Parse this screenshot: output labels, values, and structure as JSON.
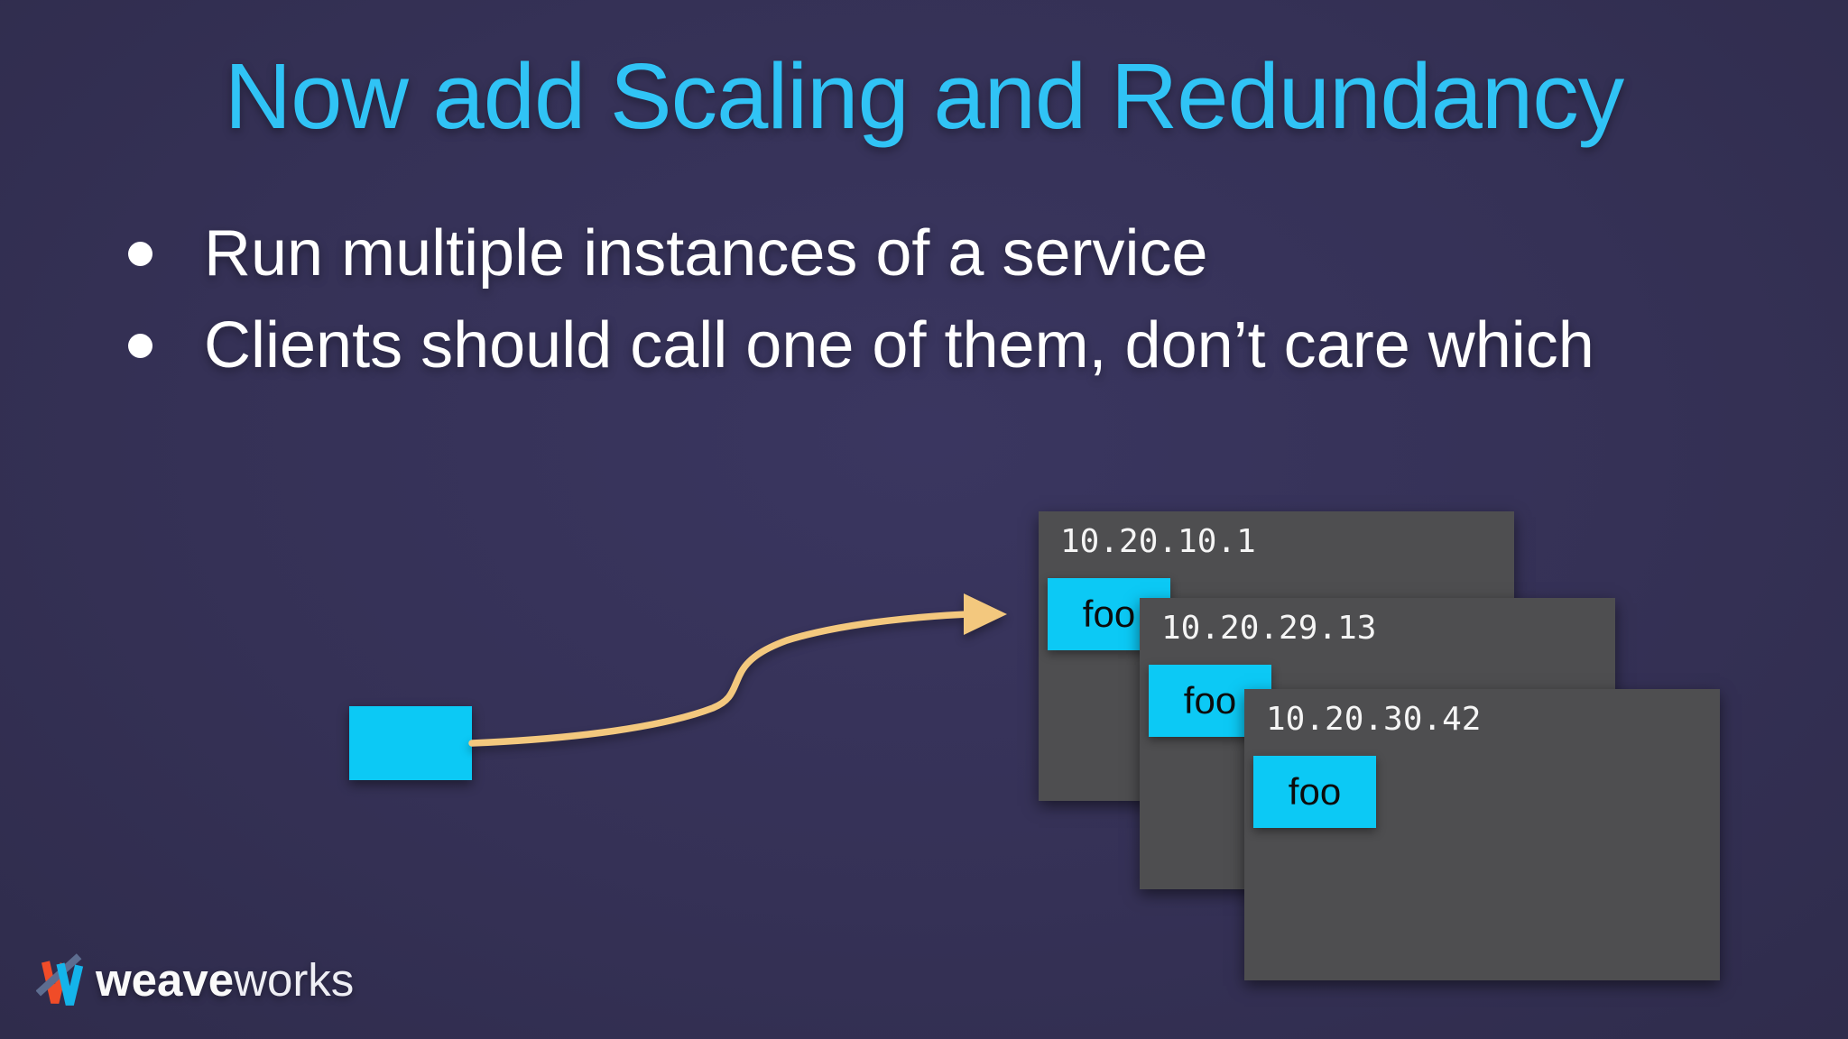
{
  "slide": {
    "title": "Now add Scaling and Redundancy",
    "bullets": [
      "Run multiple instances of a service",
      "Clients should call one of them, don’t care which"
    ],
    "diagram": {
      "client_box_label": "",
      "arrow_icon": "curved-arrow-right",
      "servers": [
        {
          "ip": "10.20.10.1",
          "service": "foo"
        },
        {
          "ip": "10.20.29.13",
          "service": "foo"
        },
        {
          "ip": "10.20.30.42",
          "service": "foo"
        }
      ]
    },
    "footer": {
      "brand_bold": "weave",
      "brand_light": "works"
    },
    "colors": {
      "background": "#353156",
      "title": "#30c3f5",
      "body_text": "#ffffff",
      "server_gray": "#4e4e50",
      "service_cyan": "#0cc9f5",
      "arrow_tan": "#f3c87e",
      "service_label_text": "#0c0c0c",
      "logo_orange": "#f04c28",
      "logo_slate": "#5d6d90",
      "logo_cyan": "#14b4ea"
    }
  }
}
